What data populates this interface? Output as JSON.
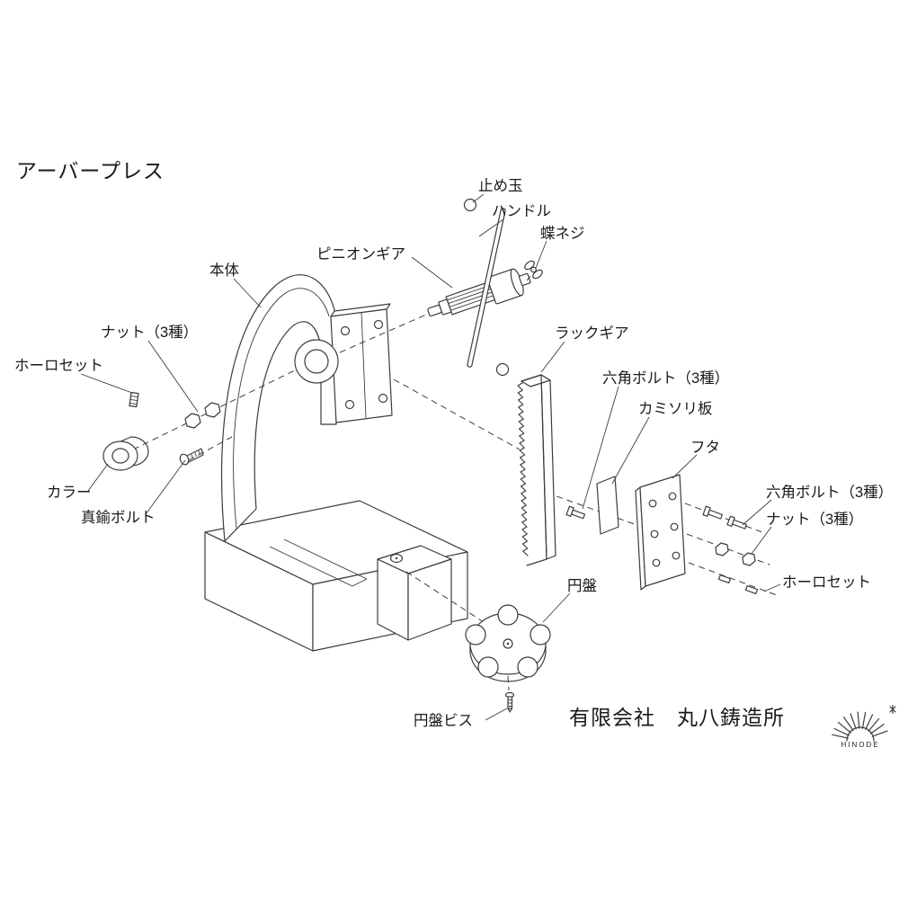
{
  "title": "アーバープレス",
  "company": "有限会社　丸八鋳造所",
  "logo": {
    "name": "HINODE"
  },
  "labels": {
    "stop_ball": "止め玉",
    "handle": "ハンドル",
    "wing_screw": "蝶ネジ",
    "pinion_gear": "ピニオンギア",
    "body": "本体",
    "rack_gear": "ラックギア",
    "nut_left": "ナット（3種）",
    "set_screw_left": "ホーロセット",
    "hex_bolt_center": "六角ボルト（3種）",
    "razor_plate": "カミソリ板",
    "cover": "フタ",
    "hex_bolt_right": "六角ボルト（3種）",
    "nut_right": "ナット（3種）",
    "collar": "カラー",
    "brass_bolt": "真鍮ボルト",
    "set_screw_right": "ホーロセット",
    "disc": "円盤",
    "disc_screw": "円盤ビス"
  }
}
